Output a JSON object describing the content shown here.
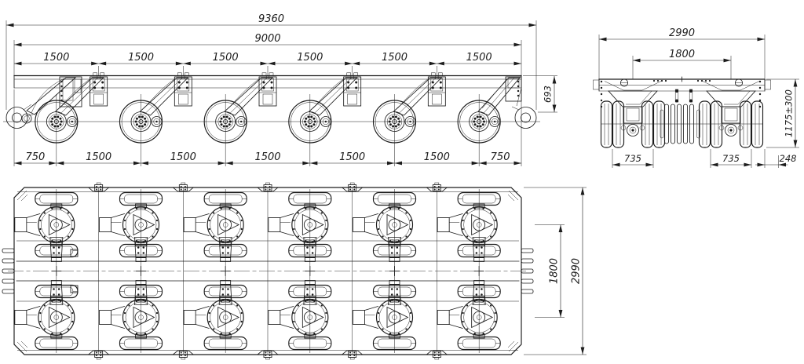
{
  "drawing": {
    "type": "engineering-3-view",
    "subject": "6-axle modular trailer",
    "units": "mm"
  },
  "style": {
    "line_color": "#1c1c1c",
    "background": "#ffffff"
  },
  "views": {
    "side": {
      "name": "side-view",
      "axle_count": 6,
      "dim_overall_length": "9360",
      "dim_frame_length": "9000",
      "dim_module_pitch": [
        "1500",
        "1500",
        "1500",
        "1500",
        "1500",
        "1500"
      ],
      "dim_axle_spacing": [
        "750",
        "1500",
        "1500",
        "1500",
        "1500",
        "1500",
        "750"
      ],
      "dim_end_height": "693"
    },
    "end": {
      "name": "end-view",
      "dim_overall_width": "2990",
      "dim_bogie_track": "1800",
      "dim_ride_height": "1175±300",
      "dim_wheel_track_left": "735",
      "dim_wheel_track_right": "735",
      "dim_side_offset": "248"
    },
    "plan": {
      "name": "plan-view",
      "bogie_columns": 6,
      "bogie_rows": 2,
      "dim_row_spacing": "1800",
      "dim_overall_width": "2990"
    }
  }
}
